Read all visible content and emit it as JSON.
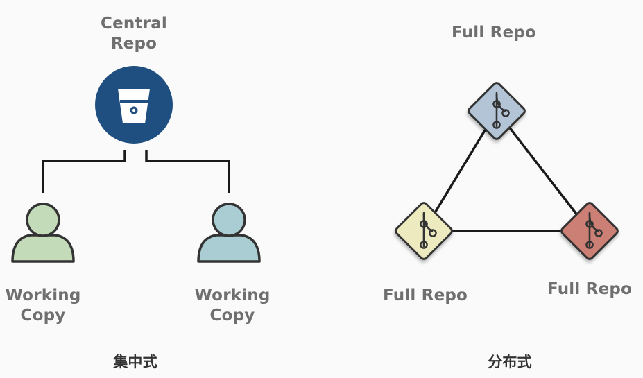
{
  "centralized": {
    "central_repo": {
      "line1": "Central",
      "line2": "Repo",
      "icon": "bitbucket-bucket-icon"
    },
    "clients": [
      {
        "line1": "Working",
        "line2": "Copy",
        "icon": "user-icon",
        "color": "#c3dbb8"
      },
      {
        "line1": "Working",
        "line2": "Copy",
        "icon": "user-icon",
        "color": "#a9cdd2"
      }
    ],
    "caption": "集中式",
    "colors": {
      "repo_circle": "#1f4f80",
      "connector": "#1a1a1a"
    }
  },
  "distributed": {
    "nodes": [
      {
        "label": "Full Repo",
        "icon": "git-branch-icon",
        "color": "#b3c4d6"
      },
      {
        "label": "Full Repo",
        "icon": "git-branch-icon",
        "color": "#eeeac0"
      },
      {
        "label": "Full Repo",
        "icon": "git-branch-icon",
        "color": "#cc7f74"
      }
    ],
    "caption": "分布式",
    "colors": {
      "connector": "#1a1a1a"
    }
  }
}
